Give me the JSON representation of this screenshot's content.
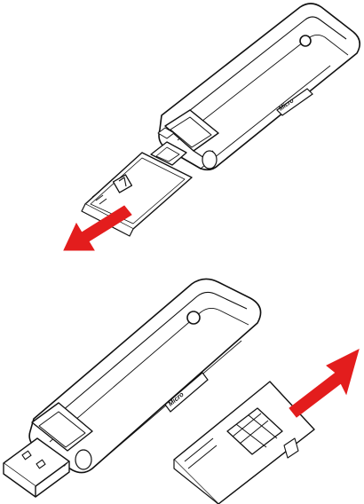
{
  "figures": [
    {
      "name": "top",
      "logo_text": "Micro",
      "arrow_color": "#e31d1d"
    },
    {
      "name": "bottom",
      "logo_text": "Micro",
      "arrow_color": "#e31d1d"
    }
  ],
  "colors": {
    "line": "#111111",
    "body_fill": "#ffffff",
    "arrow": "#e31d1d"
  },
  "icons": [
    "sd-adapter-icon",
    "microsd-card-icon",
    "usb-plug-icon",
    "led-icon",
    "arrow-down-left-icon",
    "arrow-up-right-icon"
  ]
}
